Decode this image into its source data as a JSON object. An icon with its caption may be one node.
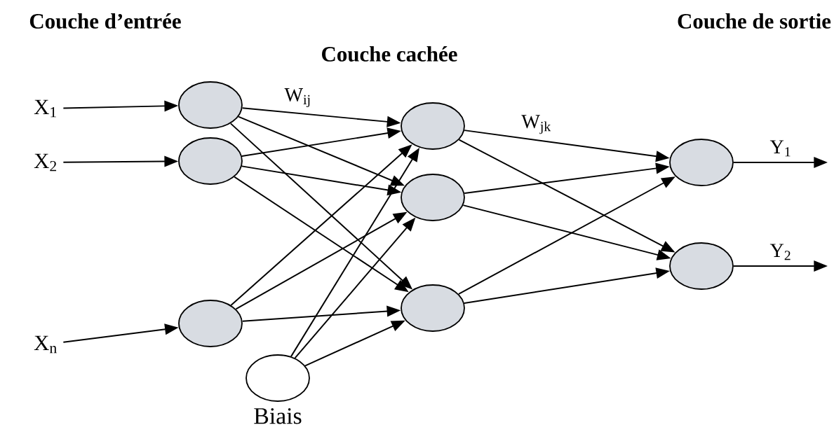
{
  "diagram": {
    "nodes": [
      {
        "text": [
          "X$_{1}$"
        ]
      },
      {
        "text": [
          "X$_{2}$"
        ]
      },
      {
        "text": [
          "X$_{n}$"
        ]
      },
      {
        "text": [],
        "shape": "circle"
      },
      {
        "text": [],
        "shape": "circle"
      },
      {
        "text": [],
        "shape": "circle"
      },
      {
        "text": [],
        "shape": "circle"
      },
      {
        "text": [],
        "shape": "circle"
      },
      {
        "text": [],
        "shape": "circle"
      },
      {
        "text": [],
        "shape": "circle"
      },
      {
        "text": [],
        "shape": "circle"
      },
      {
        "text": [],
        "shape": "circle",
        "beside": [
          "Biais"
        ]
      }
    ],
    "edges": [
      {
        "from": 0,
        "to": 3,
        "arrow": "to"
      },
      {
        "from": 1,
        "to": 4,
        "arrow": "to"
      },
      {
        "from": 2,
        "to": 5,
        "arrow": "to"
      },
      {
        "from": 3,
        "to": 6,
        "arrow": "to",
        "label": "W$_{ij}$"
      },
      {
        "from": 3,
        "to": 7,
        "arrow": "to"
      },
      {
        "from": 3,
        "to": 8,
        "arrow": "to"
      },
      {
        "from": 4,
        "to": 6,
        "arrow": "to"
      },
      {
        "from": 4,
        "to": 7,
        "arrow": "to"
      },
      {
        "from": 4,
        "to": 8,
        "arrow": "to"
      },
      {
        "from": 5,
        "to": 6,
        "arrow": "to"
      },
      {
        "from": 5,
        "to": 7,
        "arrow": "to"
      },
      {
        "from": 5,
        "to": 8,
        "arrow": "to"
      },
      {
        "from": 11,
        "to": 6,
        "arrow": "to"
      },
      {
        "from": 11,
        "to": 7,
        "arrow": "to"
      },
      {
        "from": 11,
        "to": 8,
        "arrow": "to"
      },
      {
        "from": 6,
        "to": 9,
        "arrow": "to",
        "label": "W$_{jk}$"
      },
      {
        "from": 6,
        "to": 10,
        "arrow": "to"
      },
      {
        "from": 7,
        "to": 9,
        "arrow": "to"
      },
      {
        "from": 7,
        "to": 10,
        "arrow": "to"
      },
      {
        "from": 8,
        "to": 9,
        "arrow": "to"
      },
      {
        "from": 8,
        "to": 10,
        "arrow": "to"
      },
      {
        "from": 9,
        "to": null,
        "arrow": "to",
        "label": "Y$_{1}$"
      },
      {
        "from": 10,
        "to": null,
        "arrow": "to",
        "label": "Y$_{2}$"
      }
    ],
    "labels": [
      "Couche d’entrée",
      "Couche de sortie",
      "Couche cachée"
    ]
  }
}
